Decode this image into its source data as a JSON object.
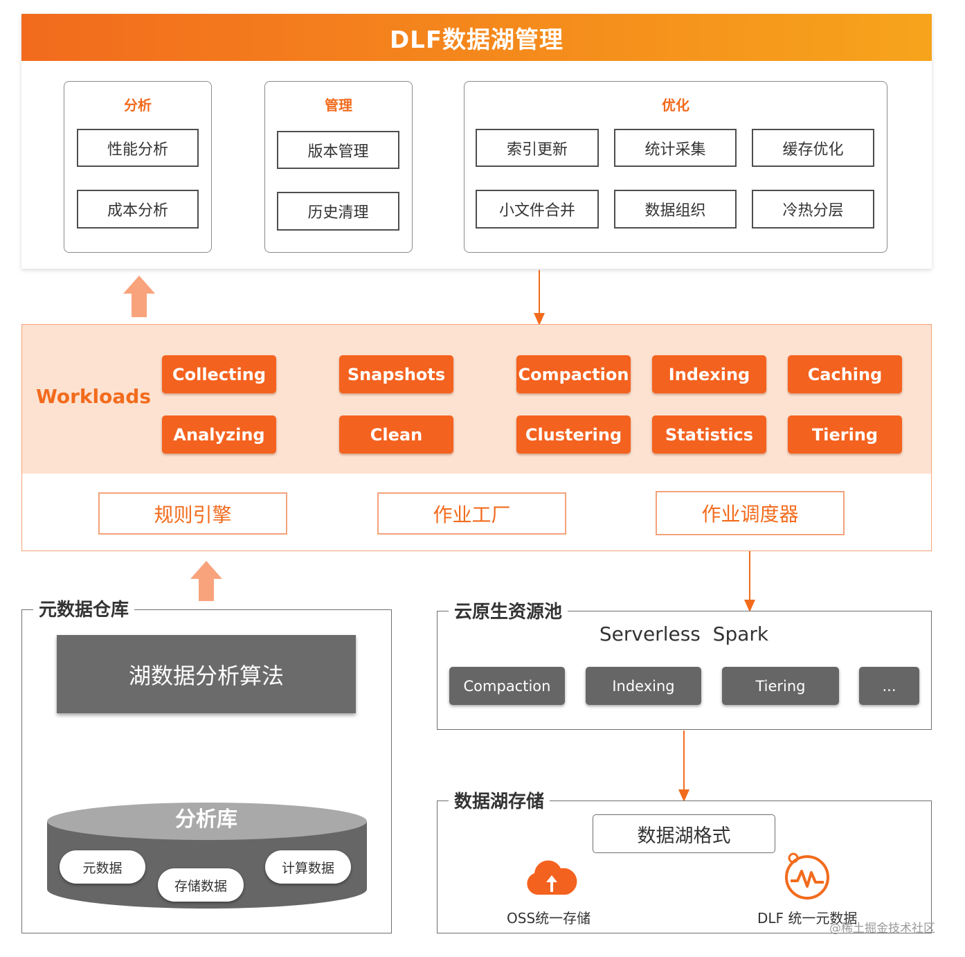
{
  "management": {
    "title": "DLF数据湖管理",
    "groups": [
      {
        "title": "分析",
        "items": [
          "性能分析",
          "成本分析"
        ]
      },
      {
        "title": "管理",
        "items": [
          "版本管理",
          "历史清理"
        ]
      },
      {
        "title": "优化",
        "items": [
          "索引更新",
          "统计采集",
          "缓存优化",
          "小文件合并",
          "数据组织",
          "冷热分层"
        ]
      }
    ]
  },
  "workloads": {
    "label": "Workloads",
    "buttons": [
      "Collecting",
      "Snapshots",
      "Compaction",
      "Indexing",
      "Caching",
      "Analyzing",
      "Clean",
      "Clustering",
      "Statistics",
      "Tiering"
    ]
  },
  "engines": [
    "规则引擎",
    "作业工厂",
    "作业调度器"
  ],
  "metadata_warehouse": {
    "title": "元数据仓库",
    "algorithm_label": "湖数据分析算法",
    "db_label": "分析库",
    "db_items": [
      "元数据",
      "存储数据",
      "计算数据"
    ]
  },
  "cloud_pool": {
    "title": "云原生资源池",
    "engine_name": "Serverless  Spark",
    "buttons": [
      "Compaction",
      "Indexing",
      "Tiering",
      "..."
    ]
  },
  "lake_storage": {
    "title": "数据湖存储",
    "format_label": "数据湖格式",
    "oss_label": "OSS统一存储",
    "dlf_label": "DLF 统一元数据"
  },
  "watermark": "@稀土掘金技术社区",
  "colors": {
    "accent_orange": "#f26b1d",
    "header_gradient_end": "#f7a41c",
    "workloads_bg": "#fde2d1",
    "arrow_light_orange": "#f9a37d",
    "dark_gray": "#6b6b6b",
    "arrow_gray": "#a0a0a0"
  },
  "icons": [
    "oss-cloud-upload-icon",
    "dlf-metadata-pulse-icon"
  ]
}
